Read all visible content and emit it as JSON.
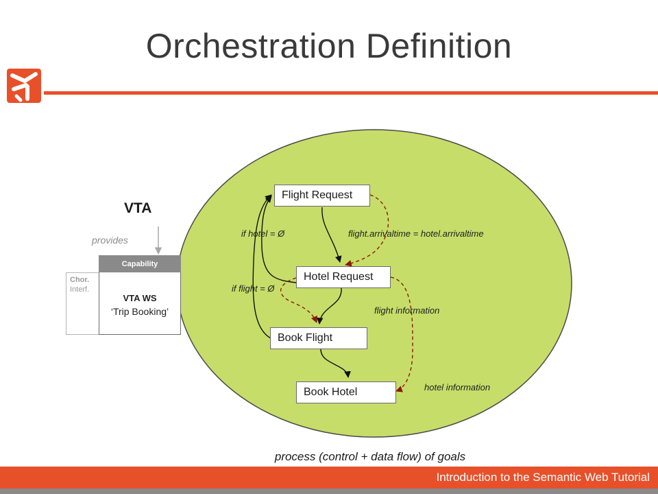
{
  "slide": {
    "title": "Orchestration Definition",
    "footer": "Introduction to the Semantic Web Tutorial",
    "caption": "process (control + data flow) of goals"
  },
  "vta": {
    "title": "VTA",
    "provides": "provides",
    "capability": "Capability",
    "chor_line1": "Chor.",
    "chor_line2": "Interf.",
    "ws_name": "VTA WS",
    "ws_sub": "‘Trip Booking’"
  },
  "process": {
    "nodes": {
      "flight_request": "Flight Request",
      "hotel_request": "Hotel Request",
      "book_flight": "Book Flight",
      "book_hotel": "Book Hotel"
    },
    "labels": {
      "if_hotel": "if hotel = Ø",
      "arrival": "flight.arrivaltime = hotel.arrivaltime",
      "if_flight": "if flight = Ø",
      "flight_info": "flight information",
      "hotel_info": "hotel information"
    }
  },
  "colors": {
    "accent": "#e8502a",
    "ellipse_fill": "#c6dd6a",
    "data_flow": "#8b1a00",
    "control_flow": "#111111"
  }
}
